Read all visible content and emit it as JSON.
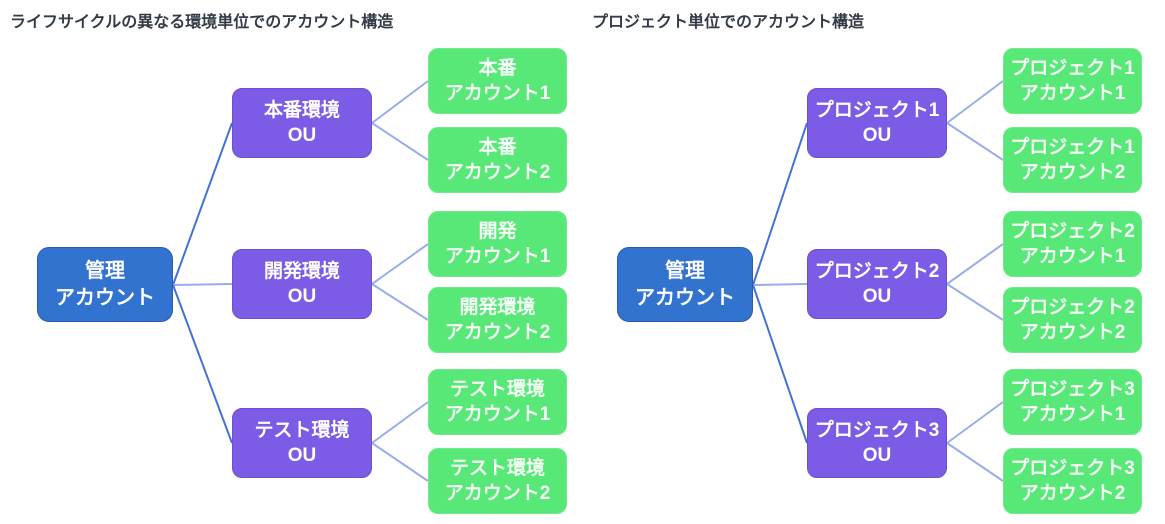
{
  "colors": {
    "management_account_fill": "#3273d0",
    "ou_fill": "#7c5ce6",
    "account_fill": "#58e877",
    "connector_dark": "#4273d2",
    "connector_light": "#97aee8",
    "title_text": "#333b47",
    "node_text": "#ffffff",
    "background": "#ffffff"
  },
  "left_diagram": {
    "title": "ライフサイクルの異なる環境単位でのアカウント構造",
    "root": "管理\nアカウント",
    "ous": [
      "本番環境\nOU",
      "開発環境\nOU",
      "テスト環境\nOU"
    ],
    "accounts": [
      "本番\nアカウント1",
      "本番\nアカウント2",
      "開発\nアカウント1",
      "開発環境\nアカウント2",
      "テスト環境\nアカウント1",
      "テスト環境\nアカウント2"
    ]
  },
  "right_diagram": {
    "title": "プロジェクト単位でのアカウント構造",
    "root": "管理\nアカウント",
    "ous": [
      "プロジェクト1\nOU",
      "プロジェクト2\nOU",
      "プロジェクト3\nOU"
    ],
    "accounts": [
      "プロジェクト1\nアカウント1",
      "プロジェクト1\nアカウント2",
      "プロジェクト2\nアカウント1",
      "プロジェクト2\nアカウント2",
      "プロジェクト3\nアカウント1",
      "プロジェクト3\nアカウント2"
    ]
  }
}
